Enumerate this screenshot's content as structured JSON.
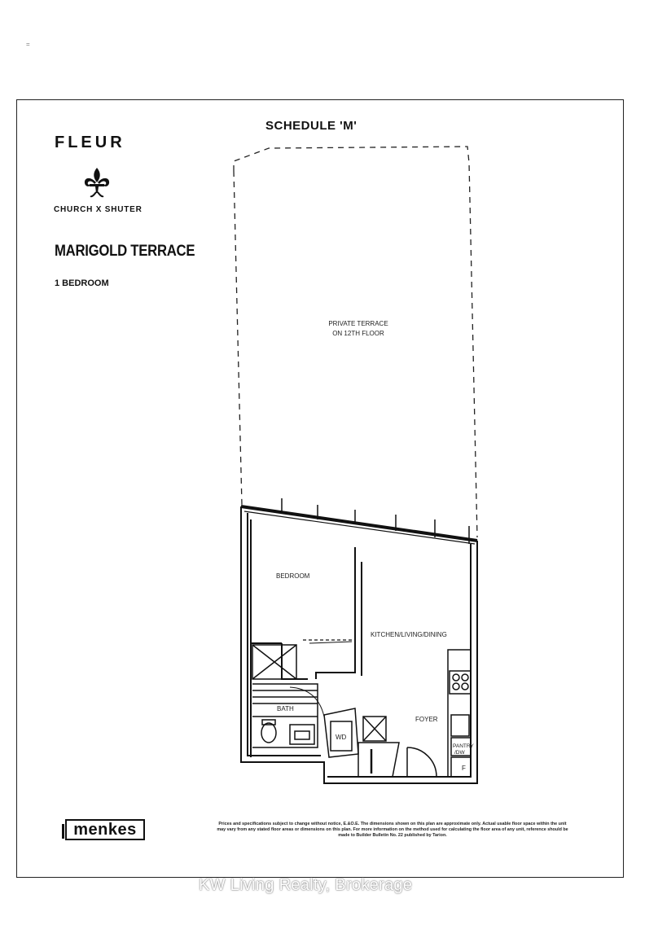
{
  "header": {
    "brand": "FLEUR",
    "subtitle": "CHURCH X SHUTER",
    "unit_name": "MARIGOLD TERRACE",
    "unit_type": "1 BEDROOM",
    "schedule": "SCHEDULE 'M'"
  },
  "rooms": {
    "terrace_line1": "PRIVATE TERRACE",
    "terrace_line2": "ON 12TH FLOOR",
    "bedroom": "BEDROOM",
    "kitchen": "KITCHEN/LIVING/DINING",
    "bath": "BATH",
    "wd": "WD",
    "foyer": "FOYER",
    "pantry_line1": "PANTRY",
    "pantry_line2": "/DW",
    "fridge": "F"
  },
  "footer": {
    "logo": "menkes",
    "disclaimer": "Prices and specifications subject to change without notice, E.&O.E. The dimensions shown on this plan are approximate only. Actual usable floor space within the unit may vary from any stated floor areas or dimensions on this plan. For more information on the method used for calculating the floor area of any unit, reference should be made to Builder Bulletin No. 22 published by Tarion.",
    "watermark": "KW Living Realty, Brokerage"
  },
  "icons": [
    "fleur-de-lis-icon"
  ]
}
